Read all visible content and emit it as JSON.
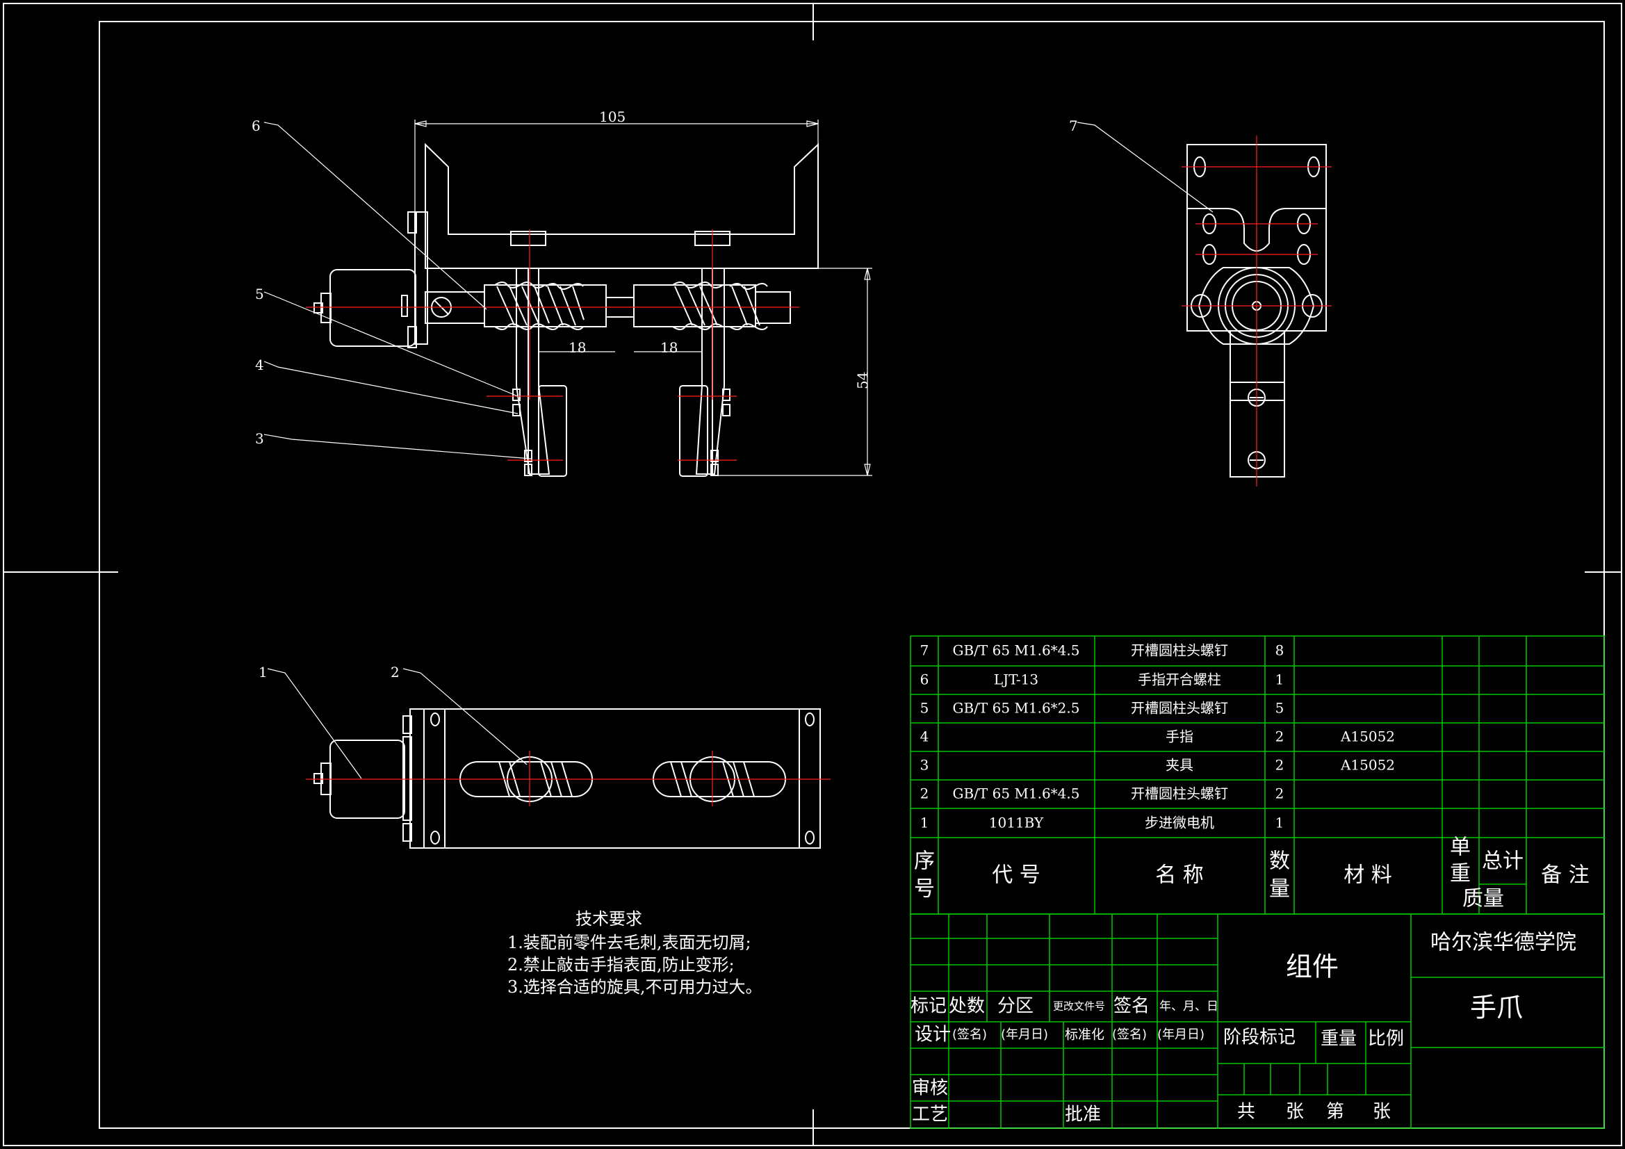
{
  "dimensions": {
    "width": "105",
    "gap_left": "18",
    "gap_right": "18",
    "height": "54"
  },
  "leaders": [
    "1",
    "2",
    "3",
    "4",
    "5",
    "6",
    "7"
  ],
  "tech_requirements": {
    "title": "技术要求",
    "items": [
      "1.装配前零件去毛刺,表面无切屑;",
      "2.禁止敲击手指表面,防止变形;",
      "3.选择合适的旋具,不可用力过大。"
    ]
  },
  "bom": {
    "rows": [
      {
        "no": "7",
        "code": "GB/T 65 M1.6*4.5",
        "name": "开槽圆柱头螺钉",
        "qty": "8",
        "material": ""
      },
      {
        "no": "6",
        "code": "LJT-13",
        "name": "手指开合螺柱",
        "qty": "1",
        "material": ""
      },
      {
        "no": "5",
        "code": "GB/T 65 M1.6*2.5",
        "name": "开槽圆柱头螺钉",
        "qty": "5",
        "material": ""
      },
      {
        "no": "4",
        "code": "",
        "name": "手指",
        "qty": "2",
        "material": "A15052"
      },
      {
        "no": "3",
        "code": "",
        "name": "夹具",
        "qty": "2",
        "material": "A15052"
      },
      {
        "no": "2",
        "code": "GB/T 65 M1.6*4.5",
        "name": "开槽圆柱头螺钉",
        "qty": "2",
        "material": ""
      },
      {
        "no": "1",
        "code": "1011BY",
        "name": "步进微电机",
        "qty": "1",
        "material": ""
      }
    ],
    "header": {
      "no": [
        "序",
        "号"
      ],
      "code": "代  号",
      "name": "名  称",
      "qty": [
        "数",
        "量"
      ],
      "material": "材  料",
      "unit": [
        "单",
        "重"
      ],
      "total": "总计",
      "mass": "质量",
      "remark": "备 注"
    }
  },
  "title_block": {
    "assembly": "组件",
    "school": "哈尔滨华德学院",
    "drawing_name": "手爪",
    "mark": "标记",
    "count": "处数",
    "zone": "分区",
    "change_doc": "更改文件号",
    "sign": "签名",
    "date": "年、月、日",
    "design": "设计",
    "sign_paren": "(签名)",
    "date_paren": "(年月日)",
    "standard": "标准化",
    "sign_paren2": "(签名)",
    "date_paren2": "(年月日)",
    "stage": "阶段标记",
    "weight": "重量",
    "scale": "比例",
    "review": "审核",
    "process": "工艺",
    "approve": "批准",
    "sheets": [
      "共",
      "张",
      "第",
      "张"
    ]
  },
  "colors": {
    "line": "#ffffff",
    "center": "#ff2020",
    "table": "#00c800",
    "background": "#000000"
  }
}
